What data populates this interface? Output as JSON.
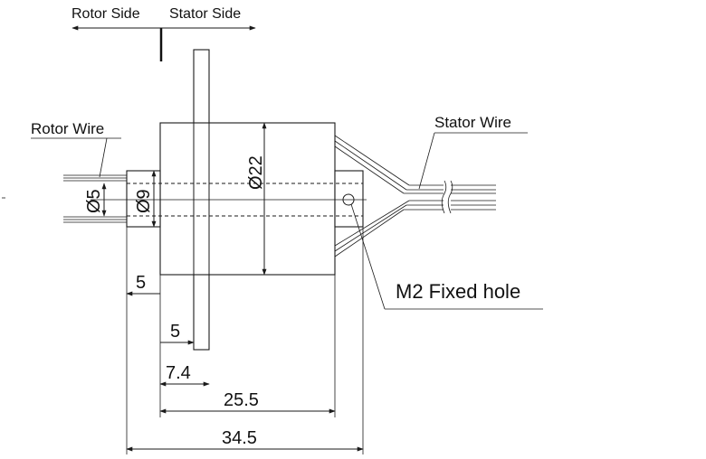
{
  "labels": {
    "rotor_side": "Rotor Side",
    "stator_side": "Stator Side",
    "rotor_wire": "Rotor Wire",
    "stator_wire": "Stator Wire",
    "fixed_hole": "M2 Fixed hole"
  },
  "dimensions": {
    "bore_diameter": "Ø5",
    "shaft_diameter": "Ø9",
    "body_diameter": "Ø22",
    "shaft_length": "5",
    "flange_offset": "5",
    "flange_to_body_start": "7.4",
    "body_length": "25.5",
    "overall_length": "34.5"
  }
}
